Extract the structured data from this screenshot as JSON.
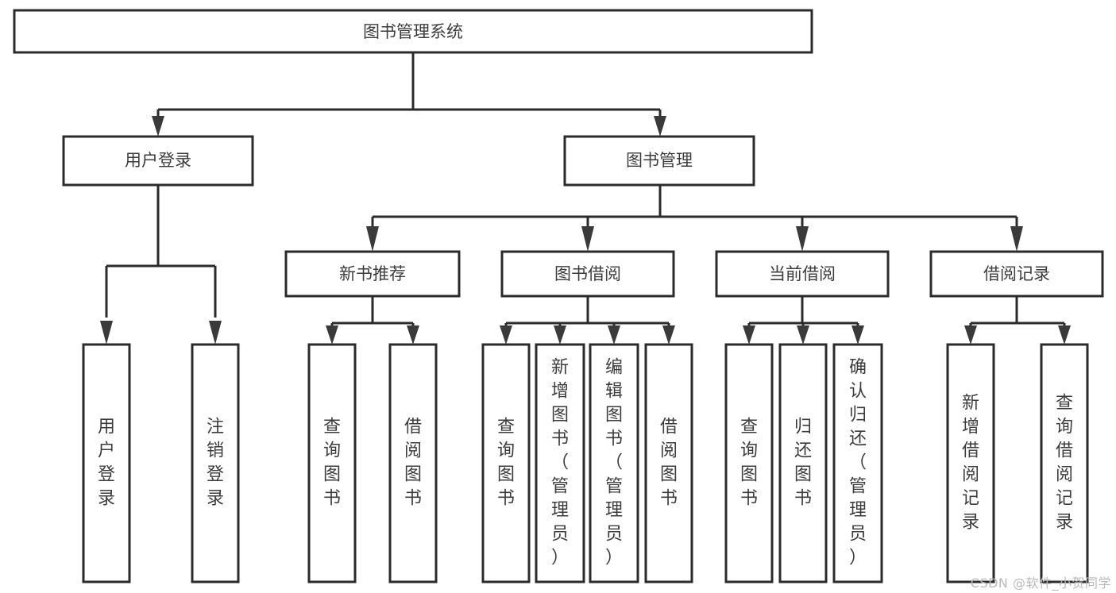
{
  "diagram": {
    "type": "tree-hierarchy",
    "title": "图书管理系统",
    "background_color": "#ffffff",
    "line_color": "#2b2b2b",
    "text_color": "#3c3c3c",
    "root": {
      "id": "root",
      "label": "图书管理系统",
      "orientation": "horizontal"
    },
    "level1": [
      {
        "id": "user-login",
        "label": "用户登录",
        "orientation": "horizontal"
      },
      {
        "id": "book-manage",
        "label": "图书管理",
        "orientation": "horizontal"
      }
    ],
    "level2": [
      {
        "id": "new-book-recommend",
        "label": "新书推荐",
        "parent": "book-manage",
        "orientation": "horizontal"
      },
      {
        "id": "book-borrow",
        "label": "图书借阅",
        "parent": "book-manage",
        "orientation": "horizontal"
      },
      {
        "id": "current-borrow",
        "label": "当前借阅",
        "parent": "book-manage",
        "orientation": "horizontal"
      },
      {
        "id": "borrow-record",
        "label": "借阅记录",
        "parent": "book-manage",
        "orientation": "horizontal"
      }
    ],
    "leaves": [
      {
        "id": "leaf-user-login",
        "label": "用户登录",
        "parent": "user-login",
        "orientation": "vertical"
      },
      {
        "id": "leaf-user-logout",
        "label": "注销登录",
        "parent": "user-login",
        "orientation": "vertical"
      },
      {
        "id": "leaf-query-book-1",
        "label": "查询图书",
        "parent": "new-book-recommend",
        "orientation": "vertical"
      },
      {
        "id": "leaf-borrow-book-1",
        "label": "借阅图书",
        "parent": "new-book-recommend",
        "orientation": "vertical"
      },
      {
        "id": "leaf-query-book-2",
        "label": "查询图书",
        "parent": "book-borrow",
        "orientation": "vertical"
      },
      {
        "id": "leaf-add-book",
        "label": "新增图书（管理员）",
        "parent": "book-borrow",
        "orientation": "vertical"
      },
      {
        "id": "leaf-edit-book",
        "label": "编辑图书（管理员）",
        "parent": "book-borrow",
        "orientation": "vertical"
      },
      {
        "id": "leaf-borrow-book-2",
        "label": "借阅图书",
        "parent": "book-borrow",
        "orientation": "vertical"
      },
      {
        "id": "leaf-query-book-3",
        "label": "查询图书",
        "parent": "current-borrow",
        "orientation": "vertical"
      },
      {
        "id": "leaf-return-book",
        "label": "归还图书",
        "parent": "current-borrow",
        "orientation": "vertical"
      },
      {
        "id": "leaf-confirm-return",
        "label": "确认归还（管理员）",
        "parent": "current-borrow",
        "orientation": "vertical"
      },
      {
        "id": "leaf-add-record",
        "label": "新增借阅记录",
        "parent": "borrow-record",
        "orientation": "vertical"
      },
      {
        "id": "leaf-query-record",
        "label": "查询借阅记录",
        "parent": "borrow-record",
        "orientation": "vertical"
      }
    ]
  },
  "watermark": {
    "text": "CSDN @软件_小贺同学"
  }
}
